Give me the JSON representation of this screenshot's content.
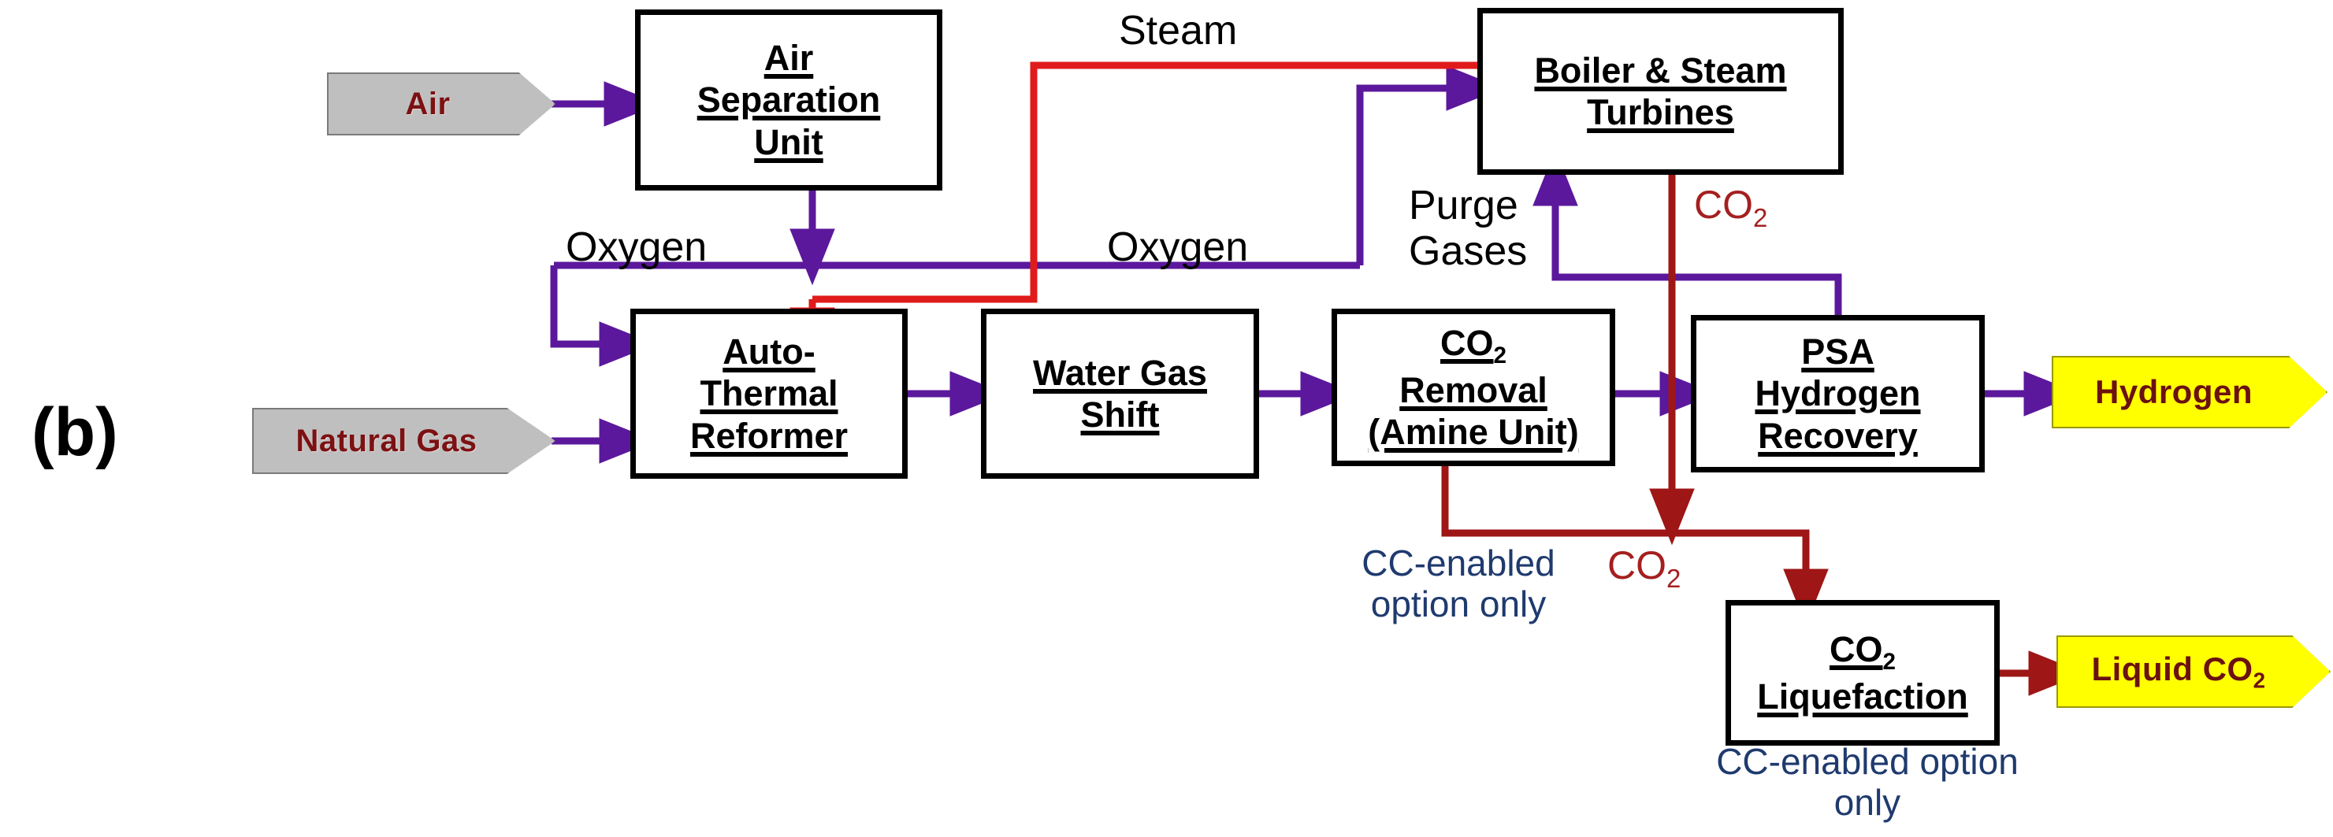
{
  "diagram": {
    "panel_label": "(b)",
    "colors": {
      "flow_purple": "#5b189c",
      "flow_red_steam": "#e01b1b",
      "flow_red_co2": "#9e1616",
      "box_border": "#000000",
      "feed_fill": "#bfbfbf",
      "product_fill": "#ffff00",
      "feed_text": "#7b1113",
      "note_text": "#1f3a6e"
    },
    "feeds": [
      {
        "id": "air",
        "label": "Air"
      },
      {
        "id": "natural-gas",
        "label": "Natural Gas"
      }
    ],
    "products": [
      {
        "id": "hydrogen",
        "label": "Hydrogen"
      },
      {
        "id": "liquid-co2",
        "label": "Liquid CO",
        "sub": "2"
      }
    ],
    "units": [
      {
        "id": "air-separation-unit",
        "lines": [
          "Air",
          "Separation",
          "Unit"
        ]
      },
      {
        "id": "boiler-steam-turbines",
        "lines": [
          "Boiler & Steam",
          "Turbines"
        ]
      },
      {
        "id": "auto-thermal-reformer",
        "lines": [
          "Auto-",
          "Thermal",
          "Reformer"
        ]
      },
      {
        "id": "water-gas-shift",
        "lines": [
          "Water Gas",
          "Shift"
        ]
      },
      {
        "id": "co2-removal-amine-unit",
        "lines": [
          "CO2",
          "Removal",
          "(Amine Unit)"
        ]
      },
      {
        "id": "psa-hydrogen-recovery",
        "lines": [
          "PSA",
          "Hydrogen",
          "Recovery"
        ]
      },
      {
        "id": "co2-liquefaction",
        "lines": [
          "CO2",
          "Liquefaction"
        ]
      }
    ],
    "stream_labels": [
      {
        "id": "steam",
        "text": "Steam",
        "color": "black"
      },
      {
        "id": "oxygen-left",
        "text": "Oxygen",
        "color": "black"
      },
      {
        "id": "oxygen-right",
        "text": "Oxygen",
        "color": "black"
      },
      {
        "id": "purge-gases",
        "text": "Purge\nGases",
        "color": "black"
      },
      {
        "id": "co2-boiler",
        "text": "CO2",
        "color": "red"
      },
      {
        "id": "co2-junction",
        "text": "CO2",
        "color": "red"
      }
    ],
    "notes": [
      {
        "id": "note-amine",
        "lines": [
          "CC-enabled",
          "option only"
        ]
      },
      {
        "id": "note-liquefaction",
        "lines": [
          "CC-enabled option",
          "only"
        ]
      }
    ]
  }
}
